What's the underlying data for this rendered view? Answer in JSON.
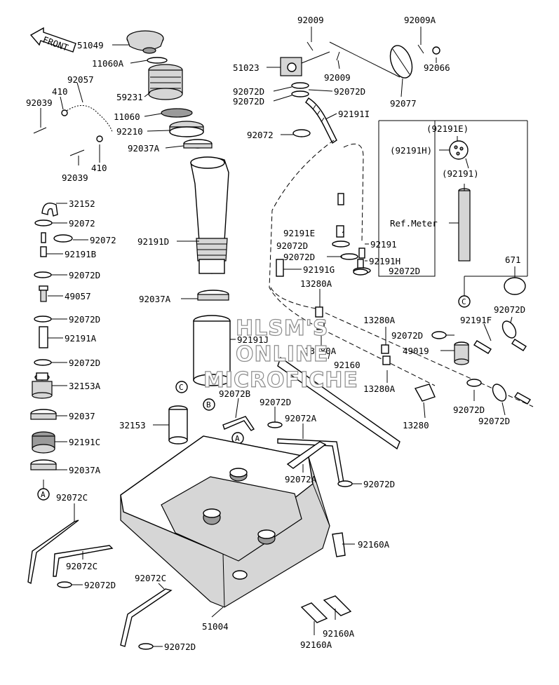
{
  "labels": {
    "front": "FRONT",
    "p51049": "51049",
    "p11060A": "11060A",
    "p59231": "59231",
    "p11060": "11060",
    "p92210": "92210",
    "p92037A_top": "92037A",
    "p92057": "92057",
    "p410_a": "410",
    "p92039_a": "92039",
    "p410_b": "410",
    "p92039_b": "92039",
    "p32152": "32152",
    "p92072_a": "92072",
    "p92072_b": "92072",
    "p92191B": "92191B",
    "p92072D_a": "92072D",
    "p49057": "49057",
    "p92072D_b": "92072D",
    "p92191A": "92191A",
    "p92072D_c": "92072D",
    "p32153A": "32153A",
    "p92037": "92037",
    "p92191C": "92191C",
    "p92037A_left": "92037A",
    "p92191D": "92191D",
    "p92037A_mid": "92037A",
    "p92191J": "92191J",
    "p92072B": "92072B",
    "p92072D_d": "92072D",
    "p32153": "32153",
    "p92072A_a": "92072A",
    "p92072A_b": "92072A",
    "p92072D_e": "92072D",
    "p92072C_a": "92072C",
    "p92072C_b": "92072C",
    "p92072D_f": "92072D",
    "p92072C_c": "92072C",
    "p92072D_g": "92072D",
    "p51004": "51004",
    "p92009_a": "92009",
    "p92009A": "92009A",
    "p51023": "51023",
    "p92066": "92066",
    "p92009_b": "92009",
    "p92072D_h": "92072D",
    "p92072D_i": "92072D",
    "p92072D_j": "92072D",
    "p92077": "92077",
    "p92191I": "92191I",
    "p92072_c": "92072",
    "p92191E_paren": "(92191E)",
    "p92191H_paren": "(92191H)",
    "p92191_paren": "(92191)",
    "ref_meter": "Ref.Meter",
    "p92191E": "92191E",
    "p92072D_k": "92072D",
    "p92191": "92191",
    "p92072D_l": "92072D",
    "p92191H": "92191H",
    "p92191G": "92191G",
    "p92072D_m": "92072D",
    "p13280A_a": "13280A",
    "p671": "671",
    "p92072D_n": "92072D",
    "p13280A_b": "13280A",
    "p92072D_o": "92072D",
    "p92191F": "92191F",
    "p49019": "49019",
    "p13280A_c": "13280A",
    "p92160": "92160",
    "p13280A_d": "13280A",
    "p92072D_p": "92072D",
    "p92072D_q": "92072D",
    "p13280": "13280",
    "p92160A_a": "92160A",
    "p92160A_b": "92160A",
    "p92160A_c": "92160A"
  },
  "callouts": {
    "a": "A",
    "b": "B",
    "c": "C"
  },
  "watermark": {
    "line1": "HLSM'S",
    "line2": "ONLINE",
    "line3": "MICROFICHE"
  }
}
